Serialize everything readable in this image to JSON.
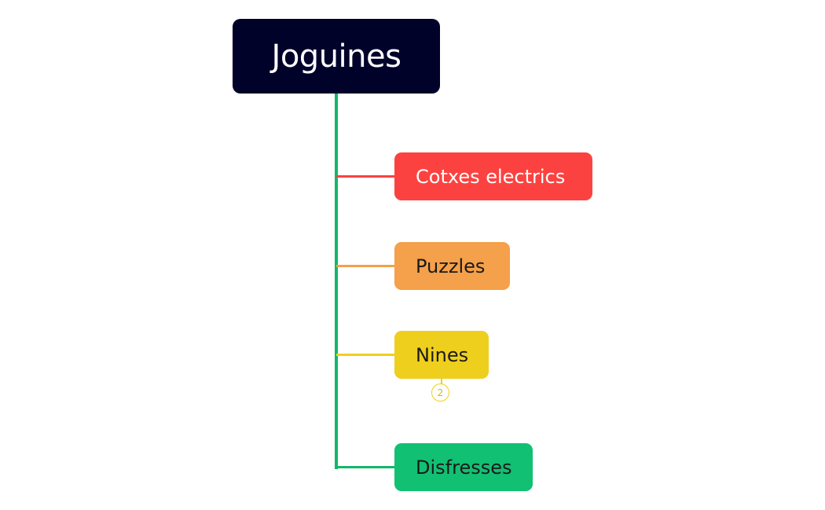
{
  "root": {
    "label": "Joguines",
    "color": "#00022a",
    "text_color": "#ffffff"
  },
  "trunk_color": "#12b76a",
  "topics": [
    {
      "label": "Cotxes electrics",
      "color": "#fc4240",
      "text_color": "#ffffff"
    },
    {
      "label": "Puzzles",
      "color": "#f5a04a",
      "text_color": "#1a1a1a"
    },
    {
      "label": "Nines",
      "color": "#efcf1e",
      "text_color": "#1a1a1a",
      "collapsed_count": "2"
    },
    {
      "label": "Disfresses",
      "color": "#12c073",
      "text_color": "#1a1a1a"
    }
  ]
}
